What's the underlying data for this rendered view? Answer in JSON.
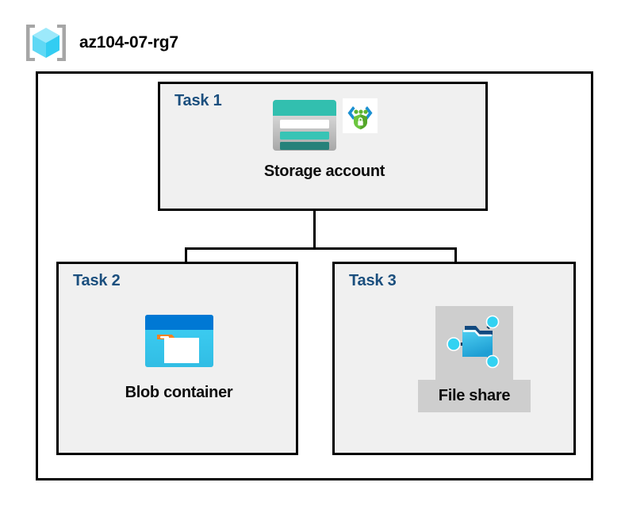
{
  "diagram": {
    "type": "azure-architecture",
    "resource_group": {
      "name": "az104-07-rg7",
      "icon": "resource-group-cube-icon"
    },
    "tasks": [
      {
        "id": "task-1",
        "label": "Task 1",
        "node": {
          "caption": "Storage account",
          "icons": [
            "storage-account-icon",
            "private-endpoint-icon"
          ],
          "highlighted": false
        }
      },
      {
        "id": "task-2",
        "label": "Task 2",
        "node": {
          "caption": "Blob container",
          "icons": [
            "blob-container-icon"
          ],
          "highlighted": false
        }
      },
      {
        "id": "task-3",
        "label": "Task 3",
        "node": {
          "caption": "File share",
          "icons": [
            "file-share-icon"
          ],
          "highlighted": true
        }
      }
    ],
    "connectors": [
      {
        "from": "storage-account",
        "to": "blob-container"
      },
      {
        "from": "storage-account",
        "to": "file-share"
      }
    ],
    "colors": {
      "task_label": "#1B4F7E",
      "box_fill": "#F0F0F0",
      "box_border": "#000000",
      "canvas": "#FFFFFF",
      "highlight": "#CECECE",
      "storage_teal": "#32BFAF",
      "storage_teal_dark": "#268277",
      "blob_blue_dark": "#0078D4",
      "blob_cyan": "#32C8F0",
      "blob_orange": "#F58220",
      "file_share_blue": "#32B4E6",
      "node_cyan": "#32D2F2",
      "private_link_green": "#5CB531",
      "private_link_blue": "#0F83CB",
      "cube_cyan": "#7DE2F7"
    }
  }
}
